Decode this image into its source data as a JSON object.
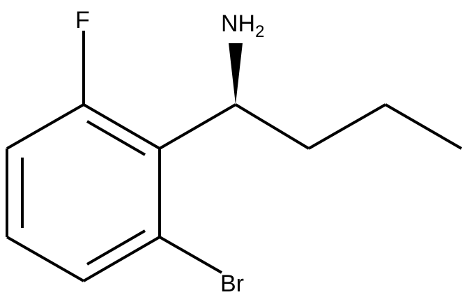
{
  "molecule": {
    "atoms": {
      "nitrogen_label": "NH",
      "nitrogen_subscript": "2",
      "fluorine_label": "F",
      "bromine_label": "Br"
    },
    "colors": {
      "bond": "#000000",
      "label": "#000000",
      "background": "#ffffff"
    }
  }
}
